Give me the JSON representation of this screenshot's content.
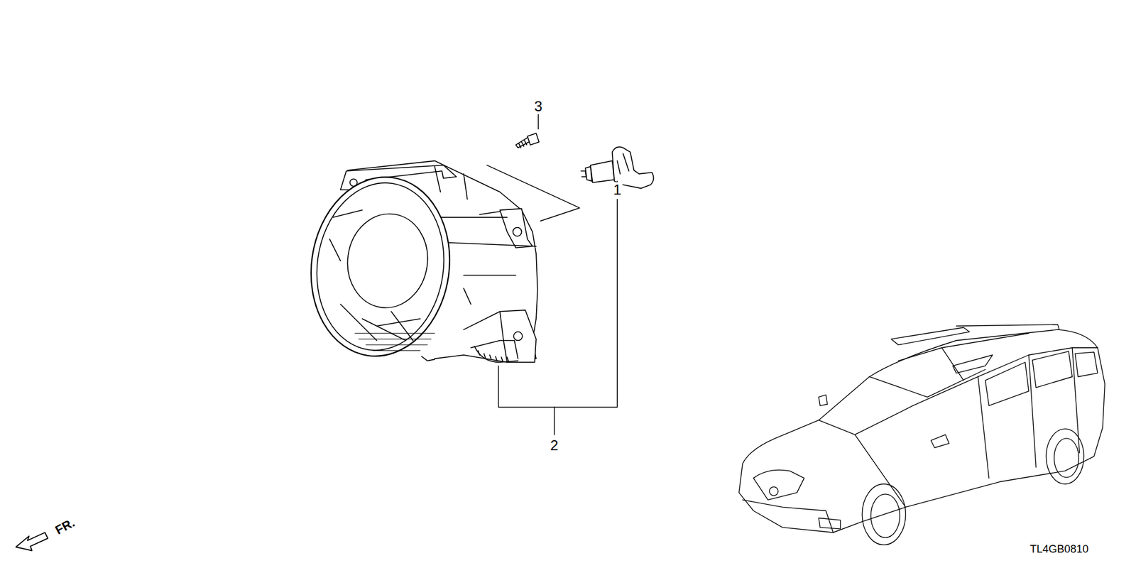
{
  "diagram": {
    "labels": [
      "3",
      "1",
      "2",
      "FR.",
      "TL4GB0810"
    ]
  }
}
